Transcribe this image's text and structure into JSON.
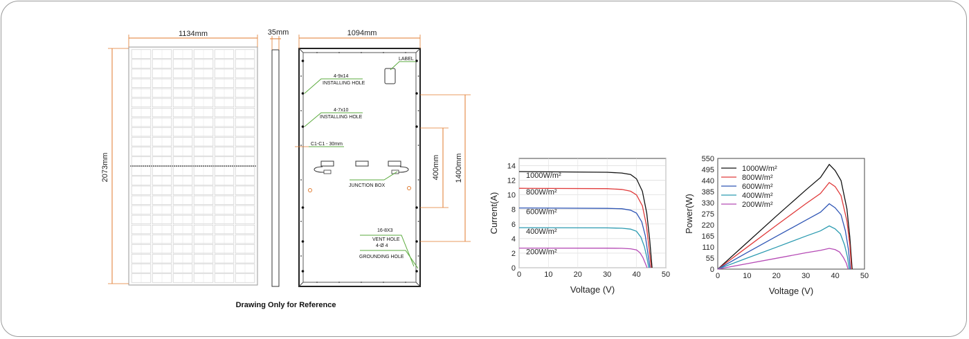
{
  "drawing": {
    "width_label": "1134mm",
    "thickness_label": "35mm",
    "back_width_label": "1094mm",
    "height_label": "2073mm",
    "dim_400_label": "400mm",
    "dim_1400_label": "1400mm",
    "label_tag": "LABEL",
    "installing_hole_1_size": "4-9x14",
    "installing_hole_1_text": "INSTALLING HOLE",
    "installing_hole_2_size": "4-7x10",
    "installing_hole_2_text": "INSTALLING HOLE",
    "c1c1_text": "C1-C1 - 30mm",
    "junction_box_text": "JUNCTION BOX",
    "vent_hole_size": "16-8X3",
    "vent_hole_text": "VENT HOLE",
    "grounding_size": "4-Ø 4",
    "grounding_text": "GROUNDING HOLE",
    "caption": "Drawing Only for Reference"
  },
  "colors": {
    "dimension": "#e07a2e",
    "leader": "#5aaa3c",
    "s1000": "#111111",
    "s800": "#e03a3a",
    "s600": "#2f56b5",
    "s400": "#2a9ab0",
    "s200": "#b54ab5"
  },
  "chart_data": [
    {
      "type": "line",
      "xlabel": "Voltage  (V)",
      "ylabel": "Current(A)",
      "xlim": [
        0,
        50
      ],
      "ylim": [
        0,
        15
      ],
      "xticks": [
        "0",
        "10",
        "20",
        "30",
        "40",
        "50"
      ],
      "yticks": [
        "0",
        "2",
        "4",
        "6",
        "8",
        "10",
        "12",
        "14"
      ],
      "grid": true,
      "legend_placement": "inline-left",
      "series": [
        {
          "name": "1000W/m²",
          "color": "#111111",
          "x": [
            0,
            30,
            35,
            38,
            40,
            42,
            43.5,
            44.5,
            45.3
          ],
          "y": [
            13.2,
            13.1,
            13.0,
            12.8,
            12.2,
            10.5,
            7.5,
            3.8,
            0
          ]
        },
        {
          "name": "800W/m²",
          "color": "#e03a3a",
          "x": [
            0,
            30,
            35,
            38,
            40,
            42,
            43.3,
            44.2,
            45.0
          ],
          "y": [
            10.9,
            10.85,
            10.75,
            10.5,
            10.0,
            8.5,
            6.0,
            3.0,
            0
          ]
        },
        {
          "name": "600W/m²",
          "color": "#2f56b5",
          "x": [
            0,
            30,
            35,
            38,
            40,
            41.8,
            43,
            43.8,
            44.6
          ],
          "y": [
            8.2,
            8.15,
            8.1,
            7.9,
            7.5,
            6.3,
            4.4,
            2.2,
            0
          ]
        },
        {
          "name": "400W/m²",
          "color": "#2a9ab0",
          "x": [
            0,
            30,
            35,
            38,
            40,
            41.5,
            42.7,
            43.5,
            44.2
          ],
          "y": [
            5.5,
            5.47,
            5.42,
            5.3,
            5.0,
            4.2,
            2.9,
            1.5,
            0
          ]
        },
        {
          "name": "200W/m²",
          "color": "#b54ab5",
          "x": [
            0,
            30,
            35,
            38,
            40,
            41.2,
            42.2,
            42.9,
            43.6
          ],
          "y": [
            2.7,
            2.69,
            2.67,
            2.6,
            2.45,
            2.05,
            1.4,
            0.7,
            0
          ]
        }
      ]
    },
    {
      "type": "line",
      "xlabel": "Voltage  (V)",
      "ylabel": "Power(W)",
      "xlim": [
        0,
        50
      ],
      "ylim": [
        0,
        550
      ],
      "xticks": [
        "0",
        "10",
        "20",
        "30",
        "40",
        "50"
      ],
      "yticks": [
        "0",
        "55",
        "110",
        "165",
        "220",
        "275",
        "330",
        "385",
        "440",
        "495",
        "550"
      ],
      "grid": false,
      "legend_placement": "top-left",
      "series": [
        {
          "name": "1000W/m²",
          "color": "#111111",
          "x": [
            0,
            10,
            20,
            30,
            35,
            38,
            40,
            42,
            44,
            45,
            45.8
          ],
          "y": [
            0,
            132,
            264,
            393,
            455,
            520,
            490,
            440,
            300,
            160,
            0
          ]
        },
        {
          "name": "800W/m²",
          "color": "#e03a3a",
          "x": [
            0,
            10,
            20,
            30,
            35,
            38,
            40,
            42,
            44,
            45,
            45.6
          ],
          "y": [
            0,
            109,
            218,
            325,
            376,
            430,
            410,
            365,
            240,
            120,
            0
          ]
        },
        {
          "name": "600W/m²",
          "color": "#2f56b5",
          "x": [
            0,
            10,
            20,
            30,
            35,
            38,
            40,
            42,
            43.5,
            44.5,
            45.2
          ],
          "y": [
            0,
            82,
            163,
            243,
            283,
            325,
            305,
            270,
            190,
            100,
            0
          ]
        },
        {
          "name": "400W/m²",
          "color": "#2a9ab0",
          "x": [
            0,
            10,
            20,
            30,
            35,
            38,
            40,
            41.8,
            43.2,
            44.2,
            44.8
          ],
          "y": [
            0,
            55,
            109,
            164,
            190,
            215,
            200,
            175,
            120,
            60,
            0
          ]
        },
        {
          "name": "200W/m²",
          "color": "#b54ab5",
          "x": [
            0,
            10,
            20,
            30,
            35,
            38,
            40,
            41.5,
            42.8,
            43.8,
            44.4
          ],
          "y": [
            0,
            27,
            54,
            81,
            93,
            103,
            97,
            85,
            58,
            30,
            0
          ]
        }
      ]
    }
  ]
}
